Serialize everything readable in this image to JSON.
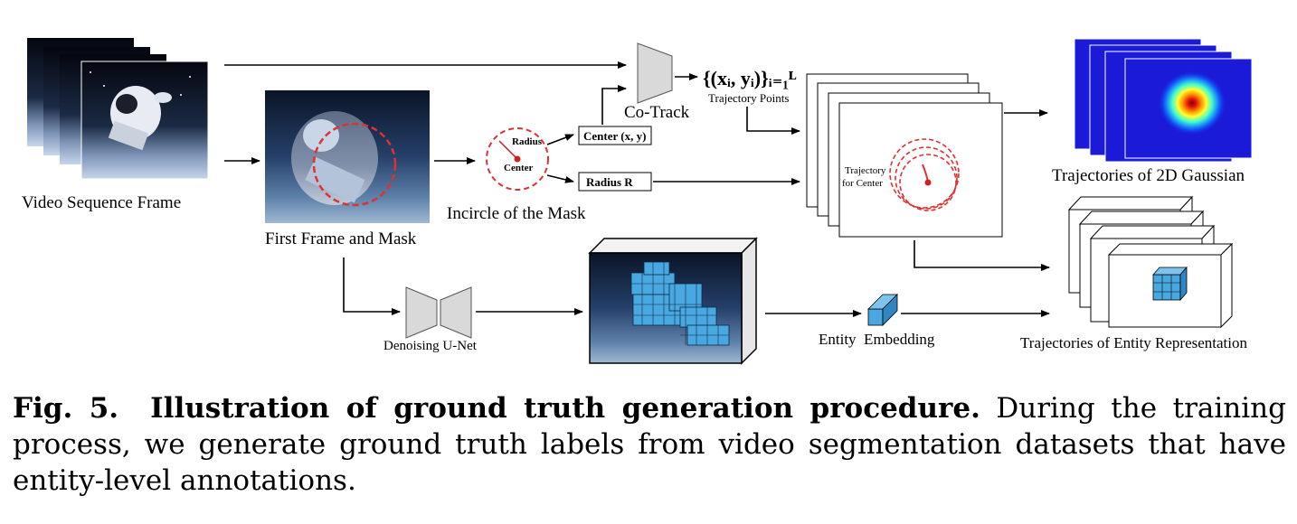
{
  "labels": {
    "video_sequence_frame": "Video Sequence Frame",
    "first_frame_and_mask": "First Frame and Mask",
    "incircle_of_mask": "Incircle of the Mask",
    "radius_small": "Radius",
    "center_small": "Center",
    "center_box": "Center (x, y)",
    "radius_box": "Radius R",
    "co_track": "Co-Track",
    "trajectory_formula": "{(xᵢ, yᵢ)}ᵢ₌₁ᴸ",
    "trajectory_points": "Trajectory Points",
    "trajectory_for_center_line1": "Trajectory",
    "trajectory_for_center_line2": "for Center",
    "trajectories_gaussian": "Trajectories of 2D Gaussian",
    "denoising_unet": "Denoising U-Net",
    "entity_embedding": "Entity  Embedding",
    "trajectories_entity": "Trajectories of Entity Representation"
  },
  "caption": {
    "fig_label": "Fig. 5.",
    "title": "Illustration of ground truth generation procedure.",
    "body": " During the training process, we generate ground truth labels from video segmentation datasets that have entity-level annotations."
  },
  "colors": {
    "mask_circle": "#e03030",
    "cube_blue": "#4aa8e0",
    "gaussian_background": "#1a1ad8",
    "unet_gray": "#d9d9d9"
  }
}
